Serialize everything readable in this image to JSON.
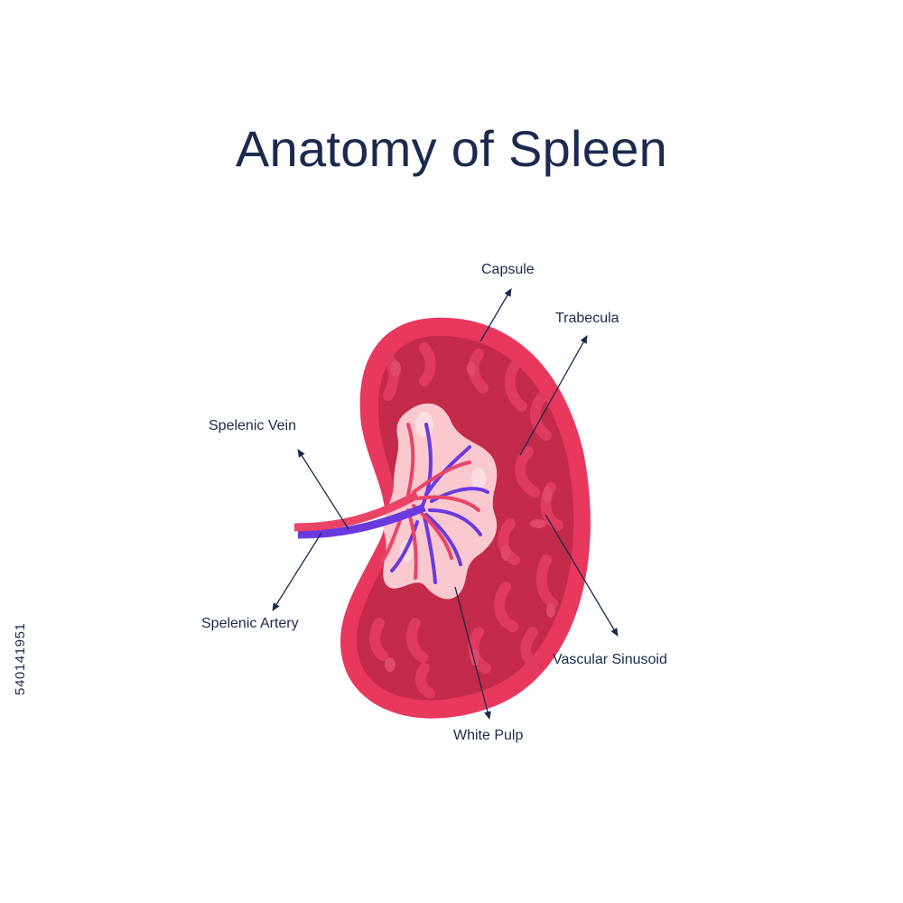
{
  "title": "Anatomy of Spleen",
  "labels": {
    "capsule": "Capsule",
    "trabecula": "Trabecula",
    "splenic_vein": "Spelenic Vein",
    "splenic_artery": "Spelenic Artery",
    "vascular_sinusoid": "Vascular Sinusoid",
    "white_pulp": "White Pulp"
  },
  "stock_id": "540141951",
  "colors": {
    "text": "#1b2a4e",
    "capsule": "#e8385e",
    "red_pulp": "#c42a4a",
    "trabecula": "#de3b5e",
    "white_pulp": "#f9c9cf",
    "artery": "#ea4466",
    "vein": "#6a3adf"
  }
}
